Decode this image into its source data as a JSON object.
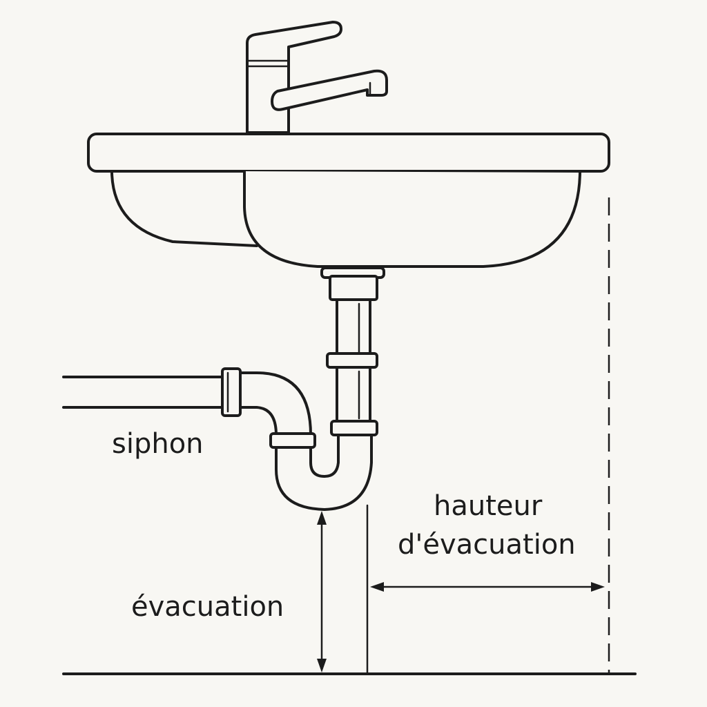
{
  "labels": {
    "siphon": "siphon",
    "drain_height_line1": "hauteur",
    "drain_height_line2": "d'évacuation",
    "drain": "évacuation"
  },
  "colors": {
    "background": "#f8f7f3",
    "ink": "#1c1c1c"
  }
}
